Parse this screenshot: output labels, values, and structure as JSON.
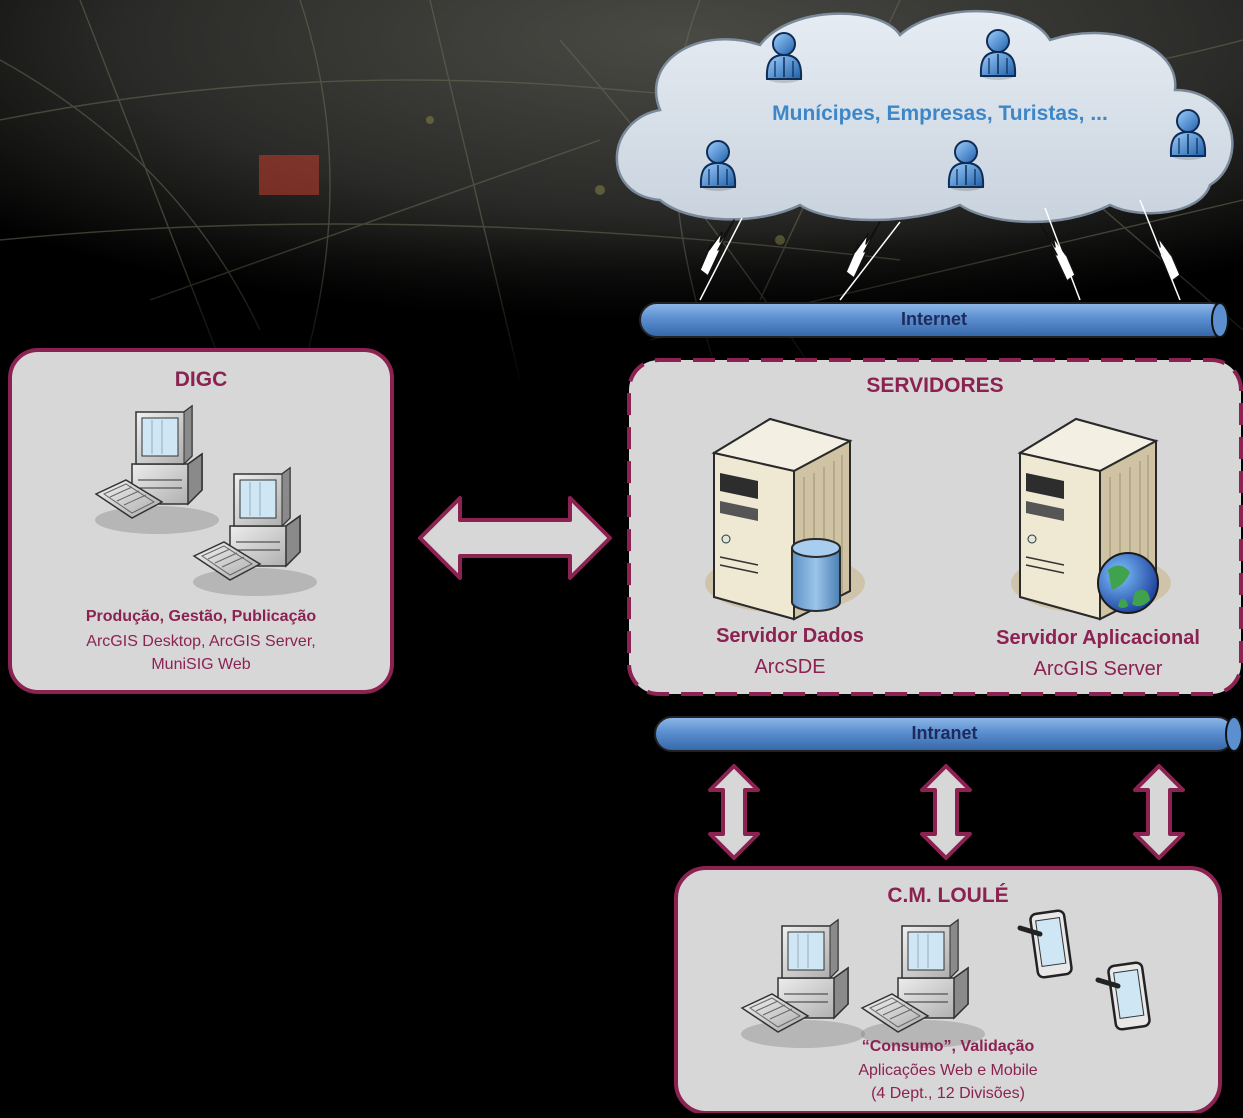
{
  "cloud": {
    "label": "Munícipes, Empresas, Turistas, ..."
  },
  "networks": {
    "internet": "Internet",
    "intranet": "Intranet"
  },
  "digc": {
    "title": "DIGC",
    "role": "Produção, Gestão, Publicação",
    "software_line1": "ArcGIS Desktop, ArcGIS Server,",
    "software_line2": "MuniSIG Web"
  },
  "servidores": {
    "title": "SERVIDORES",
    "data_server": {
      "name": "Servidor Dados",
      "software": "ArcSDE"
    },
    "app_server": {
      "name": "Servidor Aplicacional",
      "software": "ArcGIS Server"
    }
  },
  "cm_loule": {
    "title": "C.M. LOULÉ",
    "role": "“Consumo”, Validação",
    "line1": "Aplicações Web e Mobile",
    "line2": "(4 Dept., 12 Divisões)"
  },
  "colors": {
    "accent": "#8b2252",
    "cloud_text": "#3d87c9",
    "pipe": "#5b8fd0",
    "panel": "#d7d7d7"
  }
}
